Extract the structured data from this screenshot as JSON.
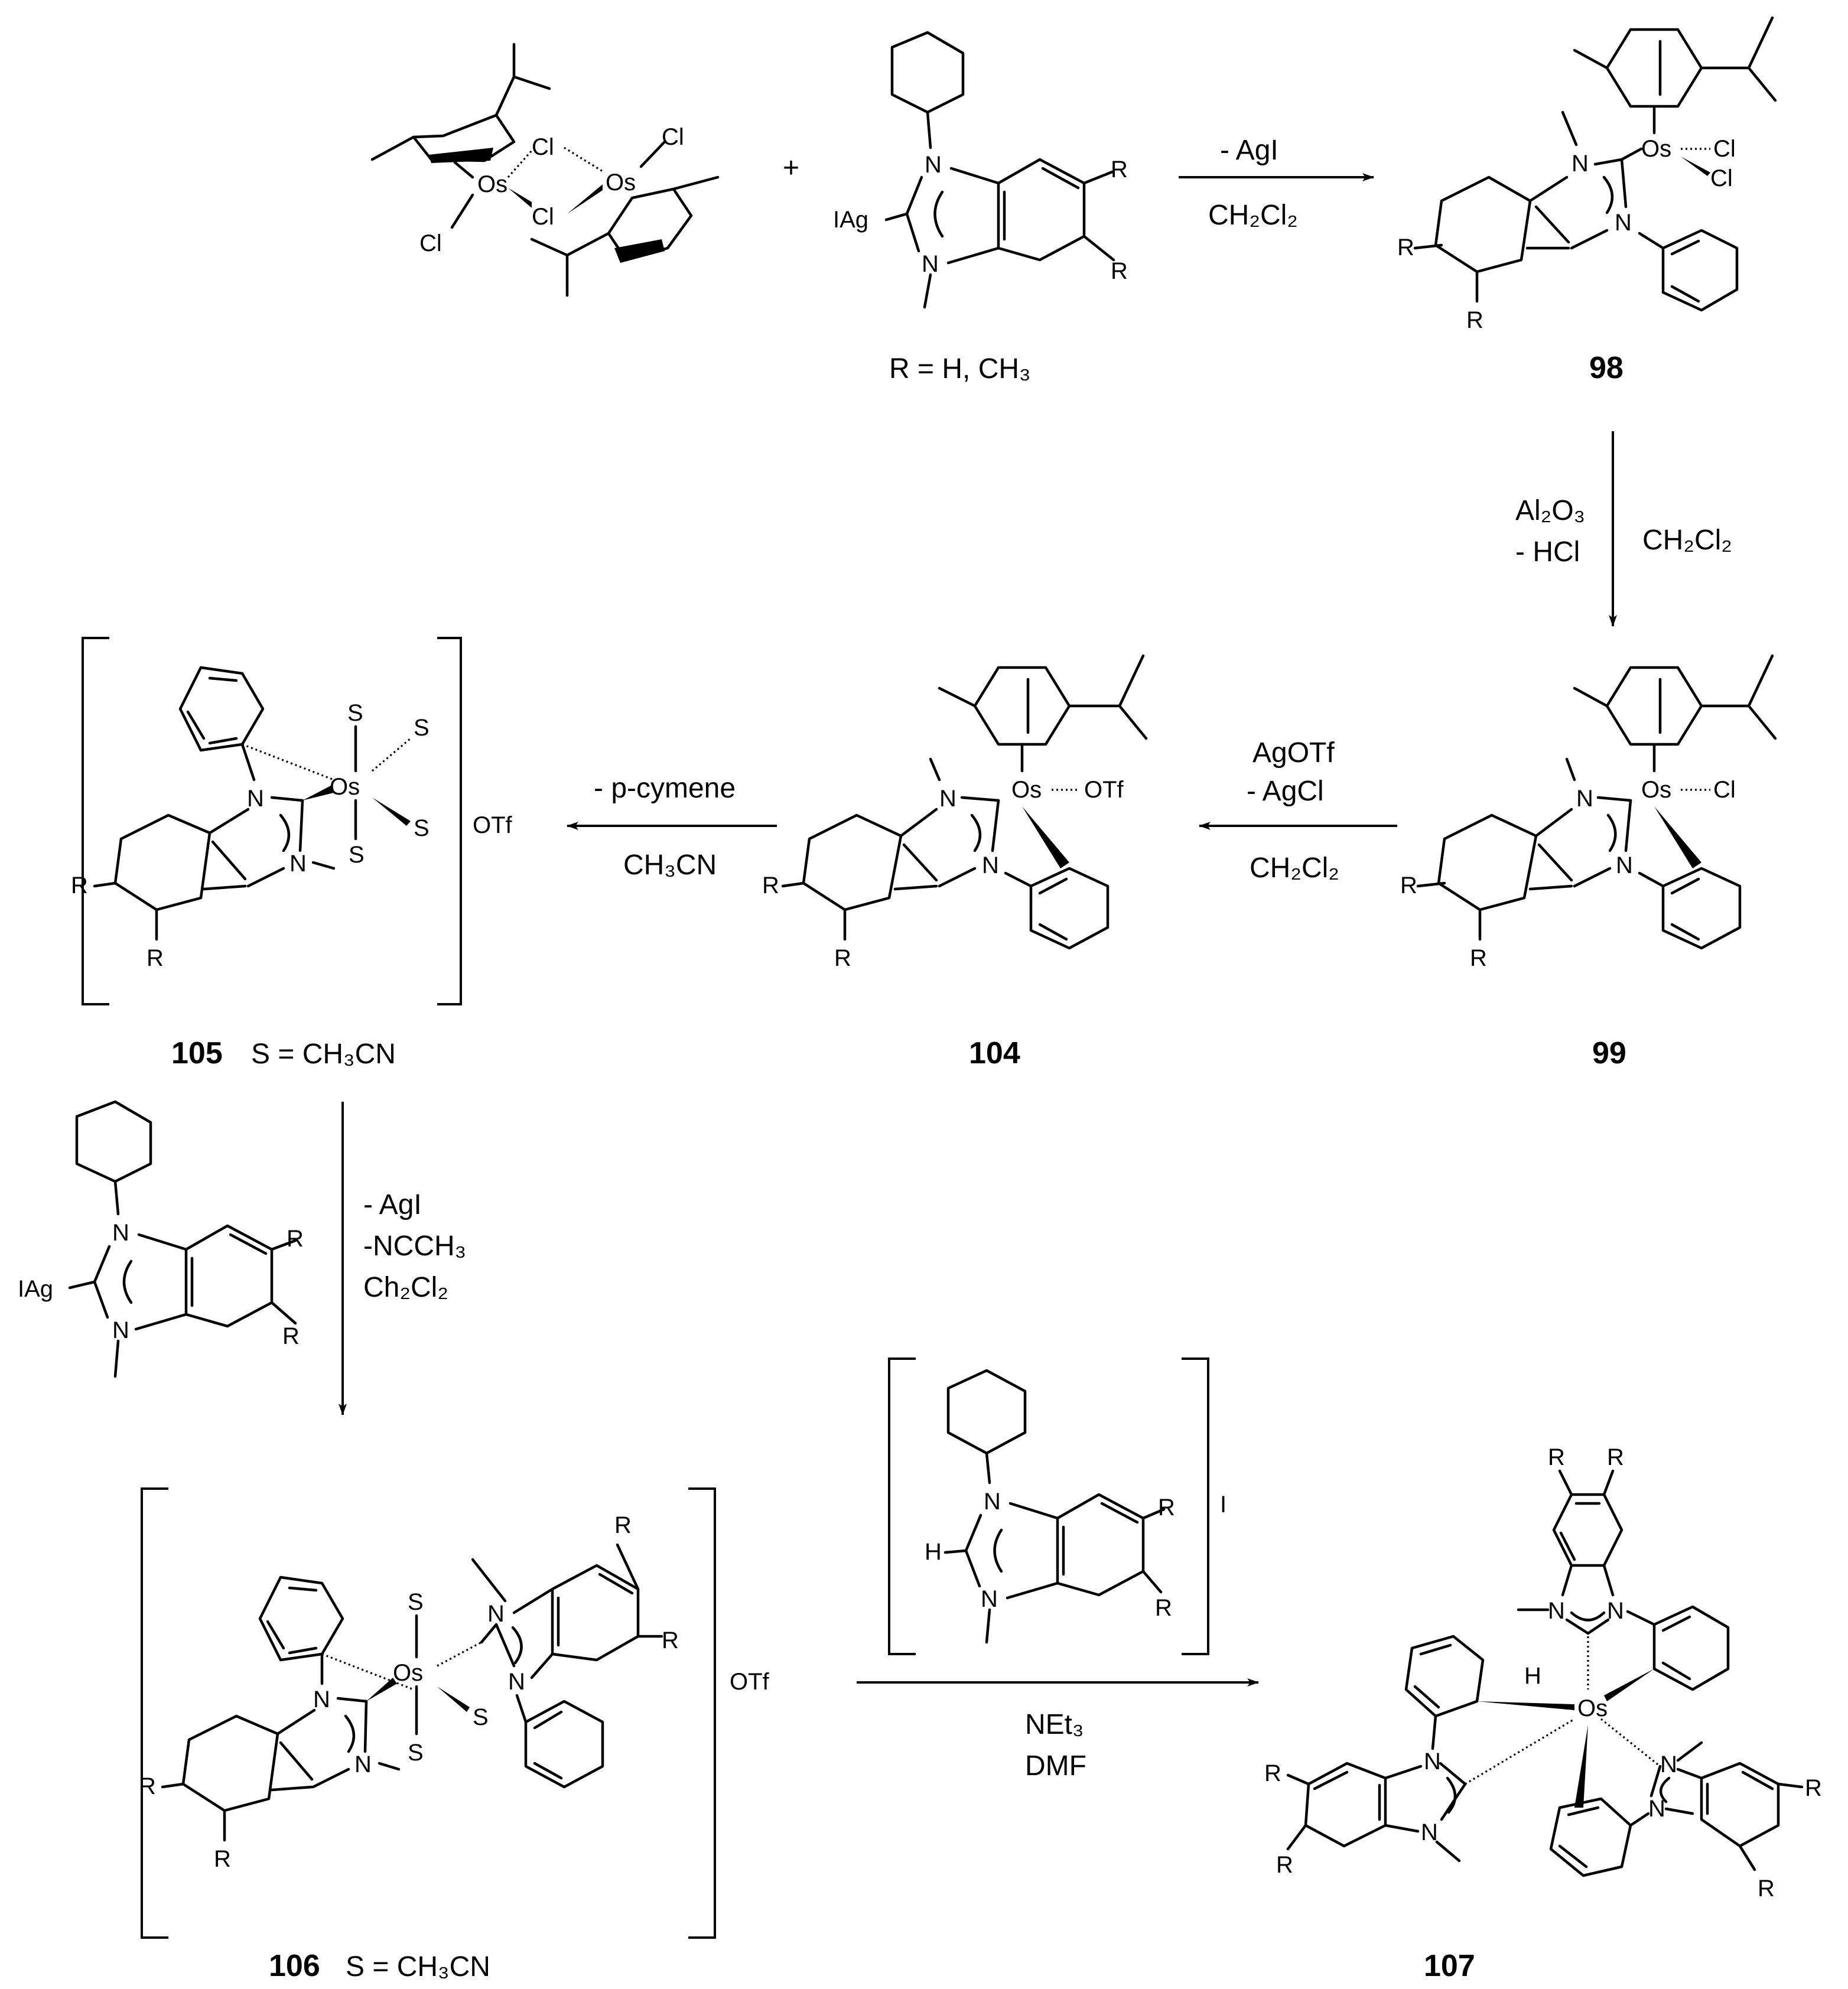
{
  "structures": {
    "dimer": {
      "atoms": [
        "Cl",
        "Cl",
        "Cl",
        "Cl",
        "Os",
        "Os"
      ]
    },
    "ag_carbene_top": {
      "atoms": [
        "IAg",
        "N",
        "N",
        "R",
        "R"
      ]
    },
    "c98": {
      "label": "98",
      "atoms": [
        "Os",
        "Cl",
        "Cl",
        "N",
        "N",
        "R",
        "R"
      ]
    },
    "c99": {
      "label": "99",
      "atoms": [
        "Os",
        "Cl",
        "N",
        "N",
        "R",
        "R"
      ]
    },
    "c104": {
      "label": "104",
      "atoms": [
        "Os",
        "OTf",
        "N",
        "N",
        "R",
        "R"
      ]
    },
    "c105": {
      "label": "105",
      "note": "S = CH₃CN",
      "counterion": "OTf",
      "atoms": [
        "S",
        "S",
        "S",
        "S",
        "Os",
        "N",
        "N",
        "R",
        "R"
      ]
    },
    "ag_carbene_mid": {
      "atoms": [
        "IAg",
        "N",
        "N",
        "R",
        "R"
      ]
    },
    "imidazolium": {
      "counterion": "I",
      "atoms": [
        "H",
        "N",
        "N",
        "R",
        "R"
      ]
    },
    "c106": {
      "label": "106",
      "note": "S = CH₃CN",
      "counterion": "OTf",
      "atoms": [
        "S",
        "S",
        "S",
        "Os",
        "N",
        "N",
        "N",
        "N",
        "R",
        "R",
        "R",
        "R"
      ]
    },
    "c107": {
      "label": "107",
      "atoms": [
        "H",
        "Os",
        "N",
        "N",
        "N",
        "N",
        "N",
        "N",
        "R",
        "R",
        "R",
        "R",
        "R",
        "R"
      ]
    }
  },
  "plus_sign": "+",
  "r_definition": "R = H, CH₃",
  "reactions": {
    "step1": {
      "above": "- AgI",
      "below": "CH₂Cl₂"
    },
    "step2": {
      "left_1": "Al₂O₃",
      "left_2": "- HCl",
      "right": "CH₂Cl₂"
    },
    "step3": {
      "above_1": "AgOTf",
      "above_2": "- AgCl",
      "below": "CH₂Cl₂"
    },
    "step4": {
      "above": "- p-cymene",
      "below": "CH₃CN"
    },
    "step5": {
      "line1": "- AgI",
      "line2": "-NCCH₃",
      "line3": "Ch₂Cl₂"
    },
    "step6": {
      "below_1": "NEt₃",
      "below_2": "DMF"
    }
  }
}
